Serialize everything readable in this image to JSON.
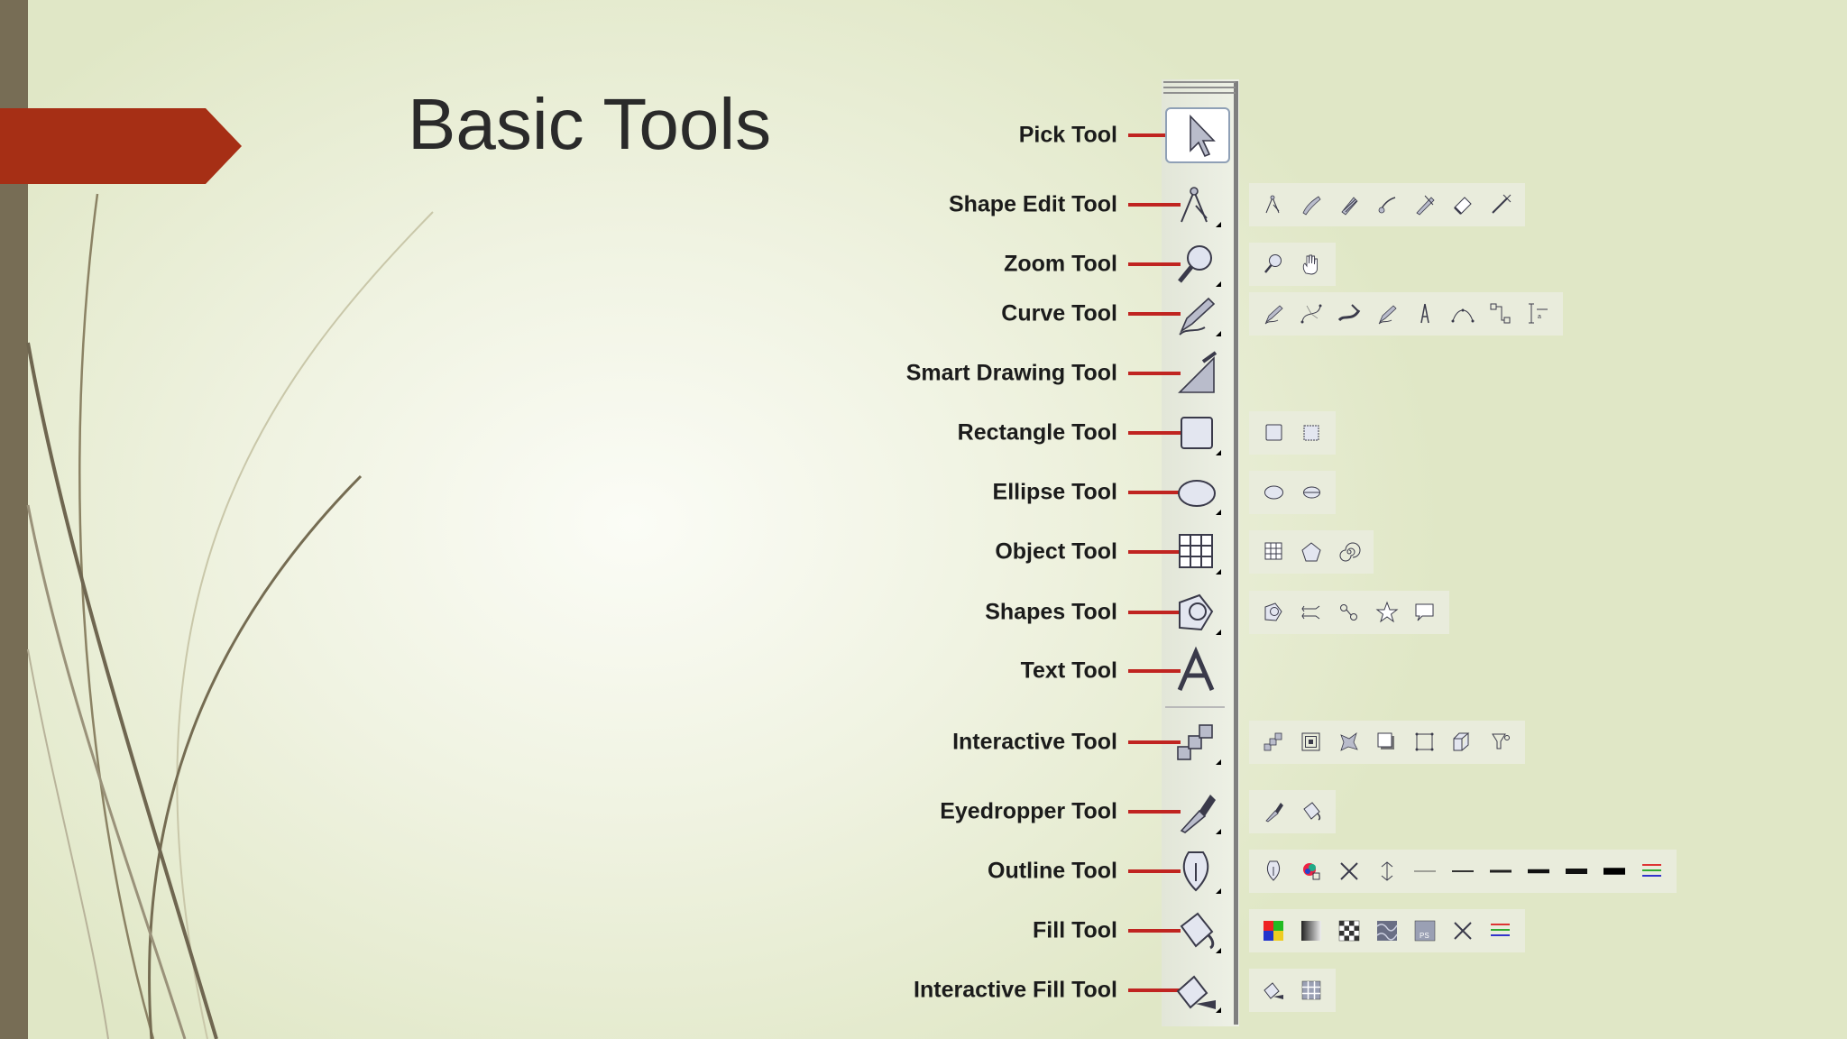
{
  "slide": {
    "title": "Basic Tools",
    "colors": {
      "accent": "#a62f15",
      "leader": "#c02420",
      "sidebar": "#776d55"
    }
  },
  "tools": [
    {
      "label": "Pick Tool",
      "icon": "pick-arrow-icon",
      "flyout": []
    },
    {
      "label": "Shape Edit Tool",
      "icon": "shape-edit-icon",
      "flyout": [
        "shape-icon",
        "smudge-brush-icon",
        "roughen-brush-icon",
        "free-transform-icon",
        "knife-icon",
        "eraser-icon",
        "virtual-segment-delete-icon"
      ]
    },
    {
      "label": "Zoom Tool",
      "icon": "zoom-magnifier-icon",
      "flyout": [
        "zoom-icon",
        "pan-hand-icon"
      ]
    },
    {
      "label": "Curve Tool",
      "icon": "curve-pencil-icon",
      "flyout": [
        "freehand-icon",
        "bezier-icon",
        "artistic-media-icon",
        "pen-icon",
        "polyline-icon",
        "3-point-curve-icon",
        "connector-icon",
        "dimension-icon"
      ]
    },
    {
      "label": "Smart Drawing Tool",
      "icon": "smart-drawing-icon",
      "flyout": []
    },
    {
      "label": "Rectangle Tool",
      "icon": "rectangle-icon",
      "flyout": [
        "rectangle-icon",
        "3-point-rectangle-icon"
      ]
    },
    {
      "label": "Ellipse Tool",
      "icon": "ellipse-icon",
      "flyout": [
        "ellipse-icon",
        "3-point-ellipse-icon"
      ]
    },
    {
      "label": "Object Tool",
      "icon": "graph-paper-icon",
      "flyout": [
        "graph-paper-icon",
        "polygon-icon",
        "spiral-icon"
      ]
    },
    {
      "label": "Shapes Tool",
      "icon": "basic-shapes-icon",
      "flyout": [
        "basic-shapes-icon",
        "arrow-shapes-icon",
        "flowchart-shapes-icon",
        "star-shapes-icon",
        "callout-shapes-icon"
      ]
    },
    {
      "label": "Text Tool",
      "icon": "text-a-icon",
      "flyout": []
    },
    {
      "label": "Interactive Tool",
      "icon": "interactive-blend-icon",
      "flyout": [
        "blend-icon",
        "contour-icon",
        "distort-icon",
        "drop-shadow-icon",
        "envelope-icon",
        "extrude-icon",
        "transparency-icon"
      ]
    },
    {
      "label": "Eyedropper Tool",
      "icon": "eyedropper-icon",
      "flyout": [
        "eyedropper-icon",
        "paintbucket-icon"
      ]
    },
    {
      "label": "Outline Tool",
      "icon": "outline-pen-icon",
      "flyout": [
        "outline-pen-icon",
        "outline-color-icon",
        "no-outline-icon",
        "hairline-icon",
        "line-1-icon",
        "line-2-icon",
        "line-3-icon",
        "line-4-icon",
        "line-5-icon",
        "line-6-icon",
        "color-docker-icon"
      ]
    },
    {
      "label": "Fill Tool",
      "icon": "fill-bucket-icon",
      "flyout": [
        "fill-color-icon",
        "fountain-fill-icon",
        "pattern-fill-icon",
        "texture-fill-icon",
        "postscript-fill-icon",
        "no-fill-icon",
        "color-docker-icon"
      ]
    },
    {
      "label": "Interactive Fill Tool",
      "icon": "interactive-fill-icon",
      "flyout": [
        "interactive-fill-icon",
        "mesh-fill-icon"
      ]
    }
  ]
}
